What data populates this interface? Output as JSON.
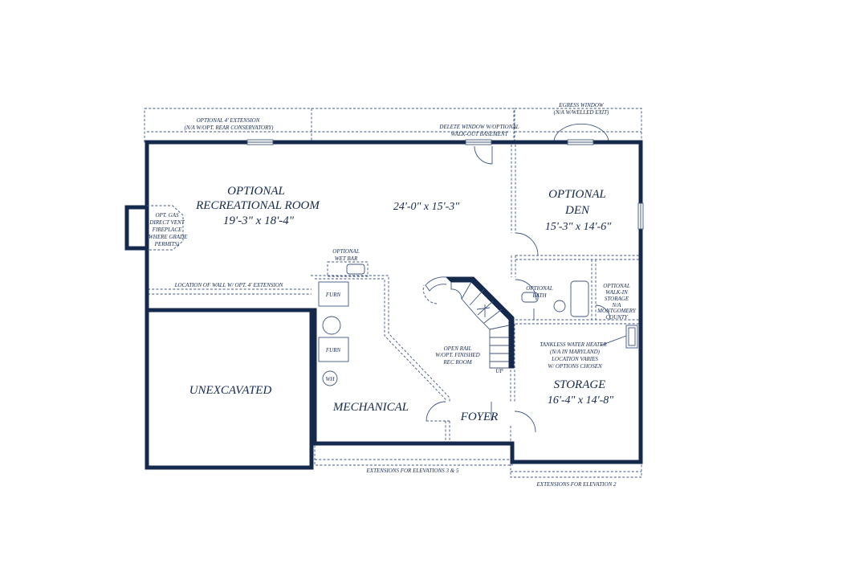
{
  "rooms": {
    "rec_room_1": "OPTIONAL",
    "rec_room_2": "RECREATIONAL ROOM",
    "rec_room_dims": "19'-3\" x 18'-4\"",
    "rec_room_alt_dims": "24'-0\" x 15'-3\"",
    "den_1": "OPTIONAL",
    "den_2": "DEN",
    "den_dims": "15'-3\" x 14'-6\"",
    "unexcavated": "UNEXCAVATED",
    "mechanical": "MECHANICAL",
    "foyer": "FOYER",
    "storage": "STORAGE",
    "storage_dims": "16'-4\" x 14'-8\""
  },
  "notes": {
    "ext_4ft_1": "OPTIONAL 4' EXTENSION",
    "ext_4ft_2": "(N/A W/OPT. REAR CONSERVATORY)",
    "delete_window_1": "DELETE WINDOW W/OPTIONAL",
    "delete_window_2": "WALK-OUT BASEMENT",
    "egress_1": "EGRESS WINDOW",
    "egress_2": "(N/A W/WELLED EXIT)",
    "fireplace_1": "OPT. GAS",
    "fireplace_2": "DIRECT VENT",
    "fireplace_3": "FIREPLACE",
    "fireplace_4": "(WHERE GRADE",
    "fireplace_5": "PERMITS)",
    "wall_ext": "LOCATION OF WALL W/ OPT. 4' EXTENSION",
    "wet_bar_1": "OPTIONAL",
    "wet_bar_2": "WET BAR",
    "furn_1": "FURN",
    "furn_2": "FURN",
    "wh": "WH",
    "open_rail_1": "OPEN RAIL",
    "open_rail_2": "W/OPT. FINISHED",
    "open_rail_3": "REC ROOM",
    "up": "UP",
    "opt_bath_1": "OPTIONAL",
    "opt_bath_2": "BATH",
    "walkin_1": "OPTIONAL",
    "walkin_2": "WALK-IN",
    "walkin_3": "STORAGE",
    "walkin_4": "N/A",
    "walkin_5": "MONTGOMERY",
    "walkin_6": "COUNTY",
    "tankless_1": "TANKLESS WATER HEATER",
    "tankless_2": "(N/A IN MARYLAND)",
    "tankless_3": "LOCATION VARIES",
    "tankless_4": "W/ OPTIONS CHOSEN",
    "ext_elev_35": "EXTENSIONS FOR ELEVATIONS 3 & 5",
    "ext_elev_2": "EXTENSIONS FOR ELEVATION 2"
  },
  "colors": {
    "wall": "#15294d",
    "line": "#3f5680",
    "background": "#ffffff"
  }
}
